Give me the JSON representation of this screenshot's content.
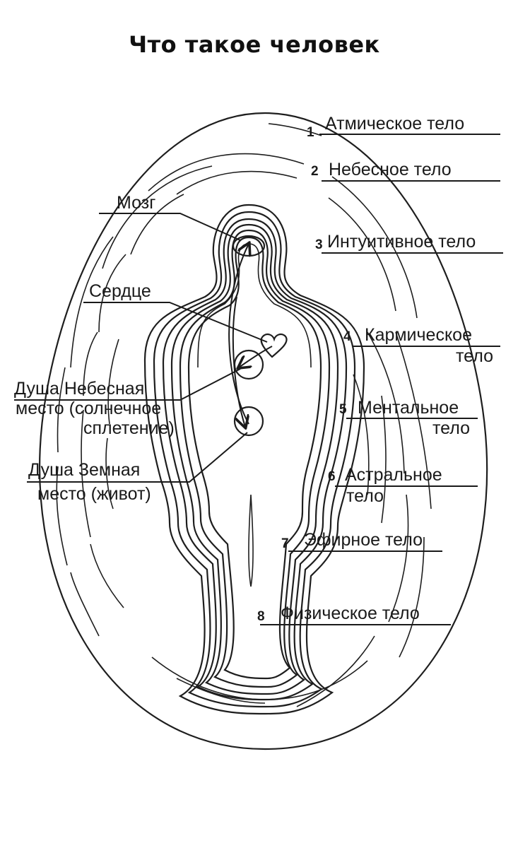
{
  "title": "Что такое человек",
  "bodies": [
    {
      "number": "1",
      "label": "Атмическое тело"
    },
    {
      "number": "2",
      "label": "Небесное тело"
    },
    {
      "number": "3",
      "label": "Интуитивное тело"
    },
    {
      "number": "4",
      "label_line1": "Кармическое",
      "label_line2": "тело"
    },
    {
      "number": "5",
      "label_line1": "Ментальное",
      "label_line2": "тело"
    },
    {
      "number": "6",
      "label_line1": "Астральное",
      "label_line2": "тело"
    },
    {
      "number": "7",
      "label": "Эфирное тело"
    },
    {
      "number": "8",
      "label": "Физическое тело"
    }
  ],
  "organs": {
    "brain": "Мозг",
    "heart": "Сердце",
    "heavenly_soul_line1": "Душа Небесная",
    "heavenly_soul_line2": "место (солнечное",
    "heavenly_soul_line3": "сплетение)",
    "earthly_soul_line1": "Душа Земная",
    "earthly_soul_line2": "место (живот)"
  }
}
